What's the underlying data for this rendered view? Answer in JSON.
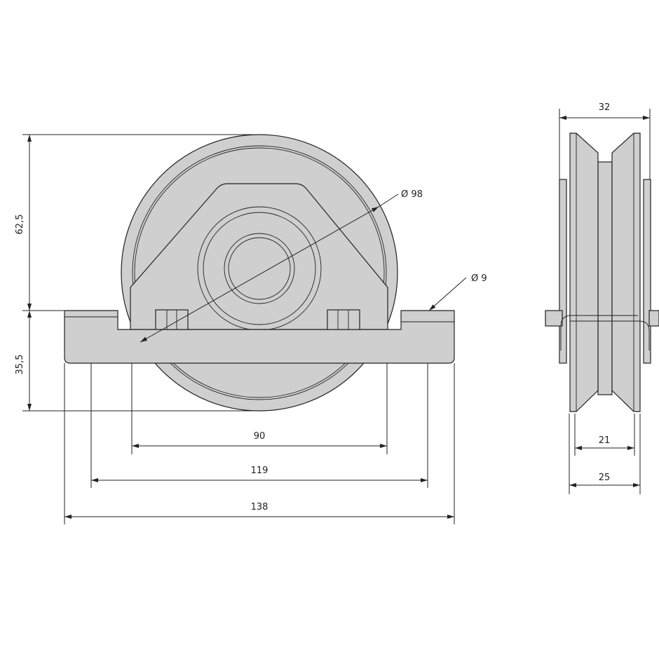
{
  "drawing": {
    "front_view": {
      "height_upper": "62,5",
      "height_lower": "35,5",
      "wheel_diameter": "Ø 98",
      "hole_diameter": "Ø 9",
      "width_inner": "90",
      "width_holes": "119",
      "width_total": "138"
    },
    "side_view": {
      "width_total": "32",
      "groove_width": "21",
      "wheel_width": "25"
    },
    "colors": {
      "part_fill": "#cfcfcf",
      "line": "#222222"
    }
  }
}
